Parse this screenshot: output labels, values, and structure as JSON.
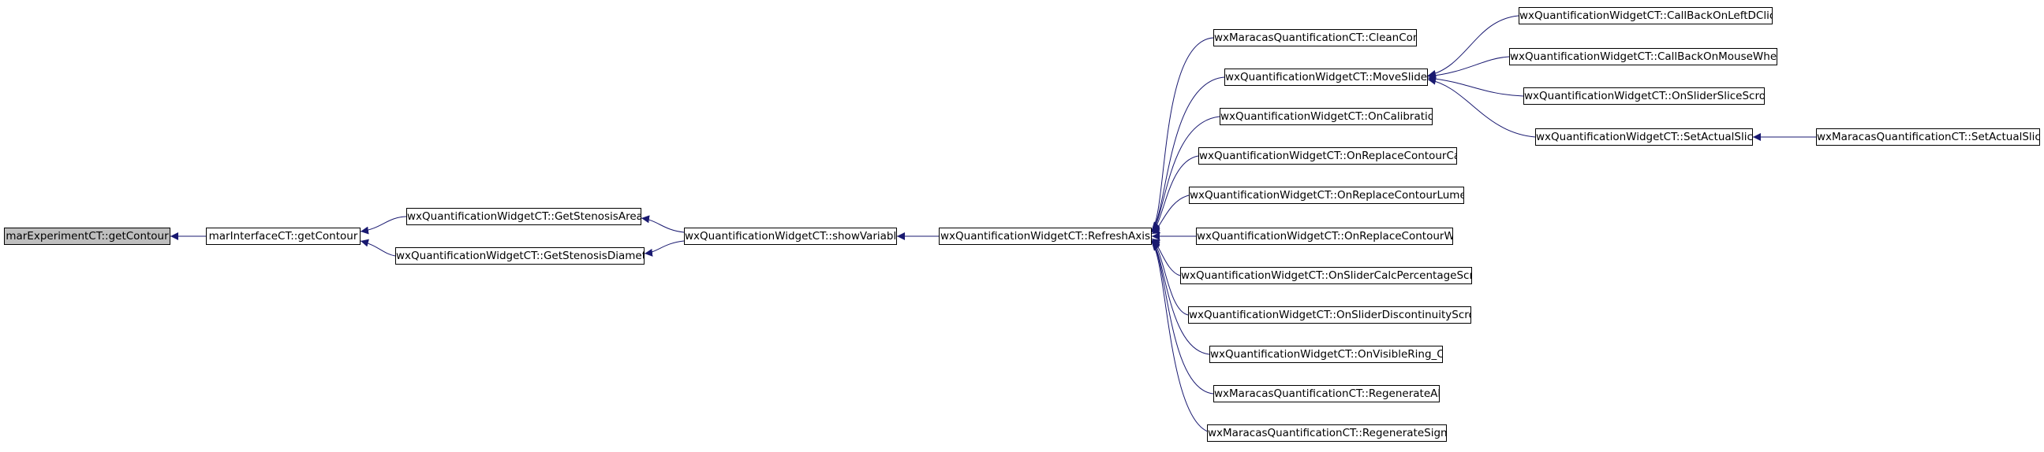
{
  "colors": {
    "edge": "#191970",
    "root_fill": "#bfbfbf",
    "node_fill": "#ffffff",
    "node_border": "#000000"
  },
  "nodes": {
    "n0": "marExperimentCT::getContour",
    "n1": "marInterfaceCT::getContour",
    "n2": "wxQuantificationWidgetCT::GetStenosisArea",
    "n3": "wxQuantificationWidgetCT::GetStenosisDiameter",
    "n4": "wxQuantificationWidgetCT::showVariables",
    "n5": "wxQuantificationWidgetCT::RefreshAxis",
    "n6": "wxMaracasQuantificationCT::CleanContours",
    "n7": "wxQuantificationWidgetCT::MoveSlider",
    "n8": "wxQuantificationWidgetCT::OnCalibration",
    "n9": "wxQuantificationWidgetCT::OnReplaceContourCalc",
    "n10": "wxQuantificationWidgetCT::OnReplaceContourLumen",
    "n11": "wxQuantificationWidgetCT::OnReplaceContourWall",
    "n12": "wxQuantificationWidgetCT::OnSliderCalcPercentageScroll",
    "n13": "wxQuantificationWidgetCT::OnSliderDiscontinuityScroll",
    "n14": "wxQuantificationWidgetCT::OnVisibleRing_CB",
    "n15": "wxMaracasQuantificationCT::RegenerateAll",
    "n16": "wxMaracasQuantificationCT::RegenerateSignal",
    "n17": "wxQuantificationWidgetCT::CallBackOnLeftDClick",
    "n18": "wxQuantificationWidgetCT::CallBackOnMouseWheel",
    "n19": "wxQuantificationWidgetCT::OnSliderSliceScroll",
    "n20": "wxQuantificationWidgetCT::SetActualSlice",
    "n21": "wxMaracasQuantificationCT::SetActualSlice"
  }
}
